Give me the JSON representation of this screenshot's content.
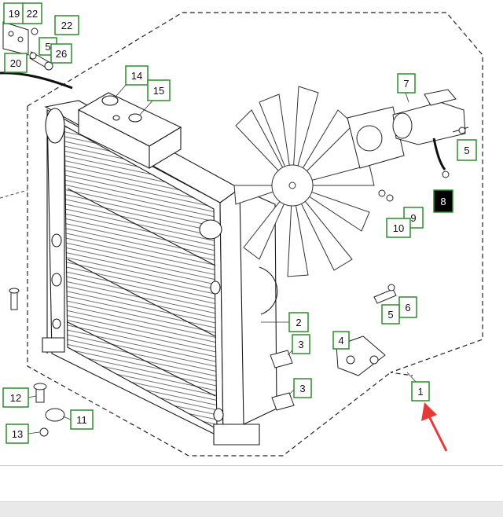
{
  "diagram": {
    "callouts": [
      {
        "id": "c19",
        "label": "19"
      },
      {
        "id": "c22a",
        "label": "22"
      },
      {
        "id": "c22b",
        "label": "22"
      },
      {
        "id": "c5a",
        "label": "5"
      },
      {
        "id": "c26",
        "label": "26"
      },
      {
        "id": "c20",
        "label": "20"
      },
      {
        "id": "c14",
        "label": "14"
      },
      {
        "id": "c15",
        "label": "15"
      },
      {
        "id": "c7",
        "label": "7"
      },
      {
        "id": "c5b",
        "label": "5"
      },
      {
        "id": "c8",
        "label": "8"
      },
      {
        "id": "c9",
        "label": "9"
      },
      {
        "id": "c10",
        "label": "10"
      },
      {
        "id": "c6",
        "label": "6"
      },
      {
        "id": "c5c",
        "label": "5"
      },
      {
        "id": "c2",
        "label": "2"
      },
      {
        "id": "c3a",
        "label": "3"
      },
      {
        "id": "c4",
        "label": "4"
      },
      {
        "id": "c3b",
        "label": "3"
      },
      {
        "id": "c1",
        "label": "1"
      },
      {
        "id": "c12",
        "label": "12"
      },
      {
        "id": "c11",
        "label": "11"
      },
      {
        "id": "c13",
        "label": "13"
      }
    ],
    "colors": {
      "callout_border": "#2e8b2e",
      "callout_text": "#111111",
      "highlight_fill": "#000000",
      "highlight_text": "#ffffff",
      "arrow": "#e8393a",
      "line": "#1a1a1a"
    }
  }
}
